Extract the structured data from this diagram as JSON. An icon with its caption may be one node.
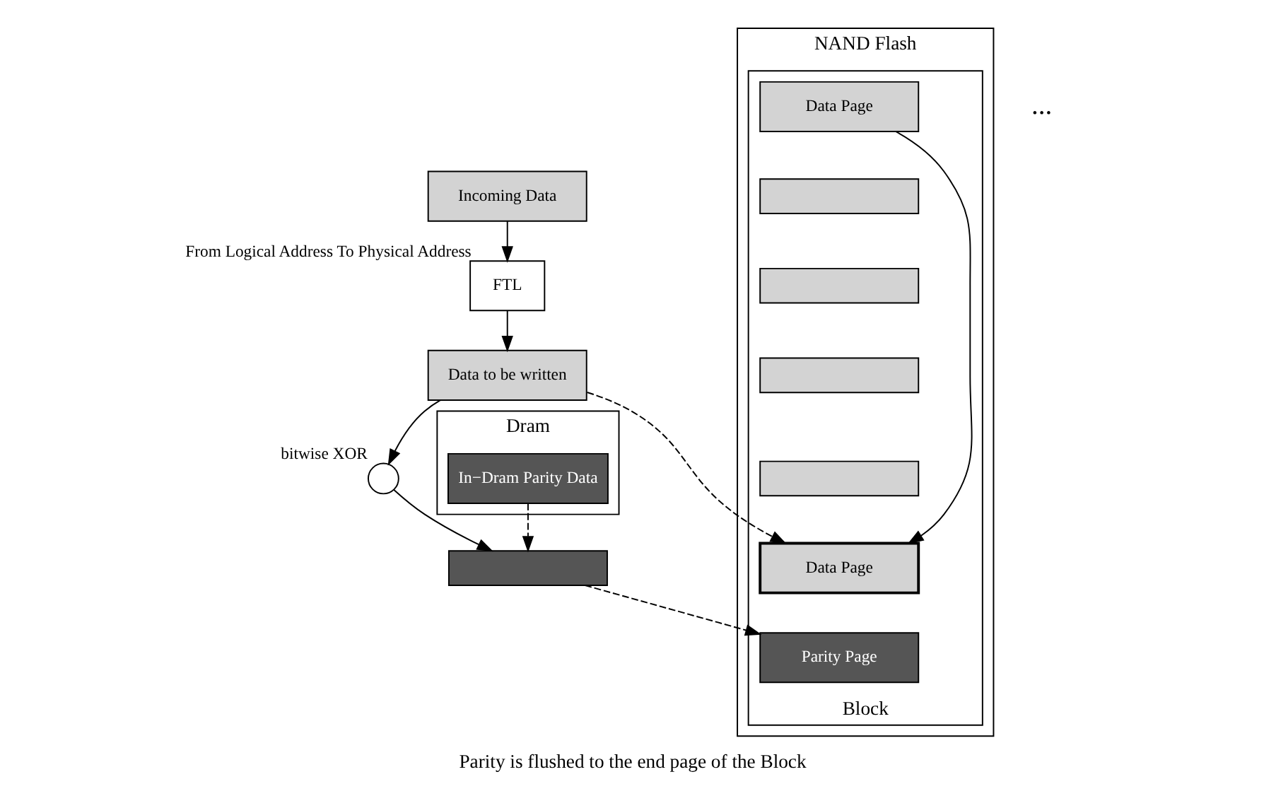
{
  "diagram": {
    "caption": "Parity is flushed to the end page of the Block",
    "nodes": [
      {
        "text": [
          "Incoming Data"
        ]
      },
      {
        "text": [
          "FTL"
        ],
        "beside": [
          "From Logical Address To Physical Address"
        ]
      },
      {
        "text": [
          "Data to be written"
        ]
      },
      {
        "text": [],
        "shape": "circle",
        "beside": [
          "bitwise XOR"
        ]
      },
      {
        "text": [],
        "shape": "box"
      },
      {
        "text": [
          "Dram"
        ]
      },
      {
        "text": [
          "In−Dram Parity Data"
        ],
        "in": 5
      },
      {
        "text": [
          "NAND Flash"
        ]
      },
      {
        "text": [
          "Block"
        ],
        "in": 7
      },
      {
        "text": [
          "Data Page"
        ],
        "in": 8
      },
      {
        "text": [],
        "shape": "box",
        "in": 8
      },
      {
        "text": [],
        "shape": "box",
        "in": 8
      },
      {
        "text": [],
        "shape": "box",
        "in": 8
      },
      {
        "text": [],
        "shape": "box",
        "in": 8
      },
      {
        "text": [
          "Data Page"
        ],
        "in": 8
      },
      {
        "text": [
          "Parity Page"
        ],
        "in": 8
      }
    ],
    "edges": [
      {
        "from": 0,
        "to": 1,
        "arrow": "to"
      },
      {
        "from": 1,
        "to": 2,
        "arrow": "to"
      },
      {
        "from": 2,
        "to": 14,
        "arrow": "to",
        "style": "dashed"
      },
      {
        "from": 2,
        "to": 3,
        "arrow": "to"
      },
      {
        "from": 3,
        "to": 4,
        "arrow": "to"
      },
      {
        "from": 4,
        "to": 15,
        "arrow": "to",
        "style": "dashed"
      },
      {
        "from": 6,
        "to": 4,
        "arrow": "to",
        "style": "dashed"
      },
      {
        "from": 9,
        "to": 14,
        "arrow": "to"
      }
    ],
    "labels": [
      "..."
    ]
  }
}
